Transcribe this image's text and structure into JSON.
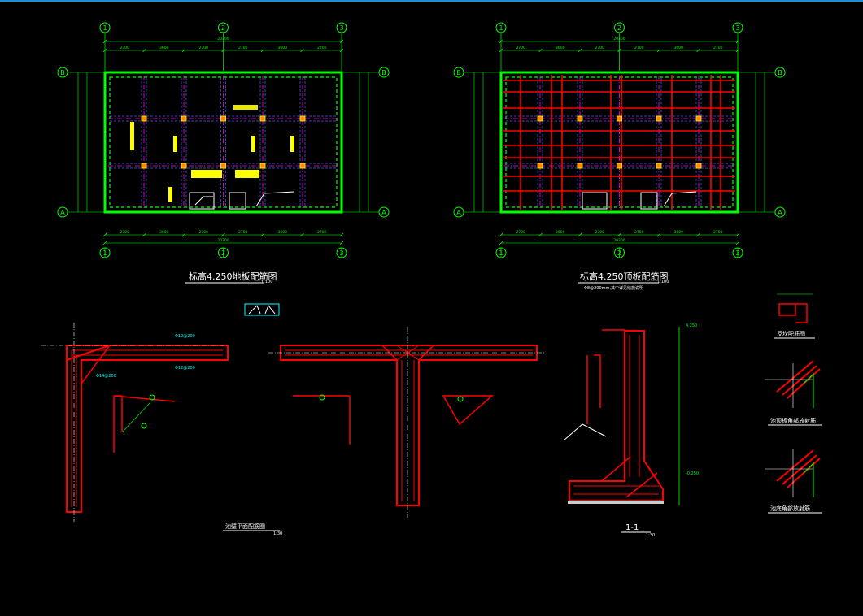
{
  "drawing": {
    "colors": {
      "background": "#000000",
      "axis": "#00ff00",
      "wall": "#00ff00",
      "beam": "#ff00ff",
      "rebar": "#ff0000",
      "section": "#ffffff",
      "dim": "#00ff00",
      "note": "#ffff00",
      "tag": "#00ffff",
      "dashed": "#5555ff"
    },
    "axis_labels": {
      "cols": [
        "1",
        "2",
        "3"
      ],
      "rows": [
        "B",
        "A"
      ]
    },
    "plan_left": {
      "title": "标高4.250地板配筋图",
      "scale": "1:100",
      "total_dim": "20300",
      "bay_dims": [
        "2700",
        "3600",
        "2700",
        "2700",
        "3600",
        "2700"
      ]
    },
    "plan_right": {
      "title": "标高4.250顶板配筋图",
      "note": "Φ8@200mm,其中详见结施说明",
      "scale": "1:100",
      "total_dim": "20300",
      "bay_dims": [
        "2700",
        "3600",
        "2700",
        "2700",
        "3600",
        "2700"
      ]
    },
    "corner_detail": {
      "title": "池壁平面配筋图",
      "scale": "1:30",
      "tags": [
        "Φ12@200",
        "Φ12@200",
        "Φ14@200"
      ]
    },
    "section_1_1": {
      "title": "1-1",
      "scale": "1:30",
      "elevation_top": "4.250",
      "elevation_bottom": "-0.250"
    },
    "detail_a": {
      "title": "反坎配筋图"
    },
    "detail_b": {
      "title": "池顶板角部放射筋"
    },
    "detail_c": {
      "title": "池底角部放射筋"
    }
  }
}
